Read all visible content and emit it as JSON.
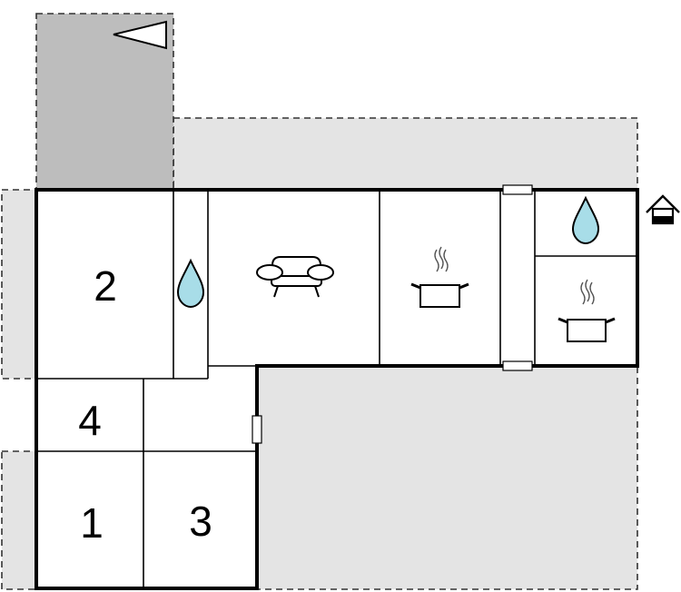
{
  "plan": {
    "rooms": [
      {
        "label": "2"
      },
      {
        "label": "4"
      },
      {
        "label": "1"
      },
      {
        "label": "3"
      }
    ],
    "icons": {
      "parking": "triangle-pointer-icon",
      "entrance": "house-entrance-icon",
      "bathroom": "water-drop-icon",
      "living": "sofa-icon",
      "kitchen": "cooking-pot-icon"
    },
    "colors": {
      "terrace": "#e4e4e4",
      "carport": "#bdbdbd",
      "water": "#a8dde8"
    }
  }
}
